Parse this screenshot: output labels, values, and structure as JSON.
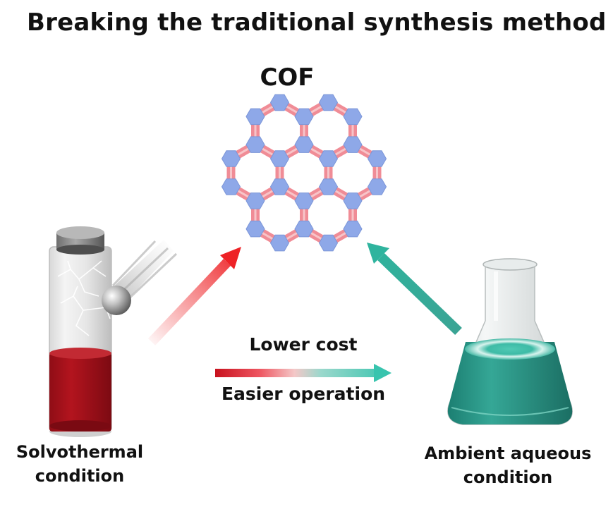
{
  "title": "Breaking the traditional synthesis method",
  "center": {
    "label": "COF"
  },
  "arrow": {
    "top_label": "Lower cost",
    "bottom_label": "Easier operation"
  },
  "left": {
    "caption_line1": "Solvothermal",
    "caption_line2": "condition"
  },
  "right": {
    "caption_line1": "Ambient aqueous",
    "caption_line2": "condition"
  },
  "colors": {
    "node": "#8ea8e8",
    "linker": "#f08c96",
    "red_arrow": "#ee2226",
    "teal": "#2aa494",
    "liquid_red": "#a8121c",
    "liquid_teal": "#2f9e8e"
  }
}
